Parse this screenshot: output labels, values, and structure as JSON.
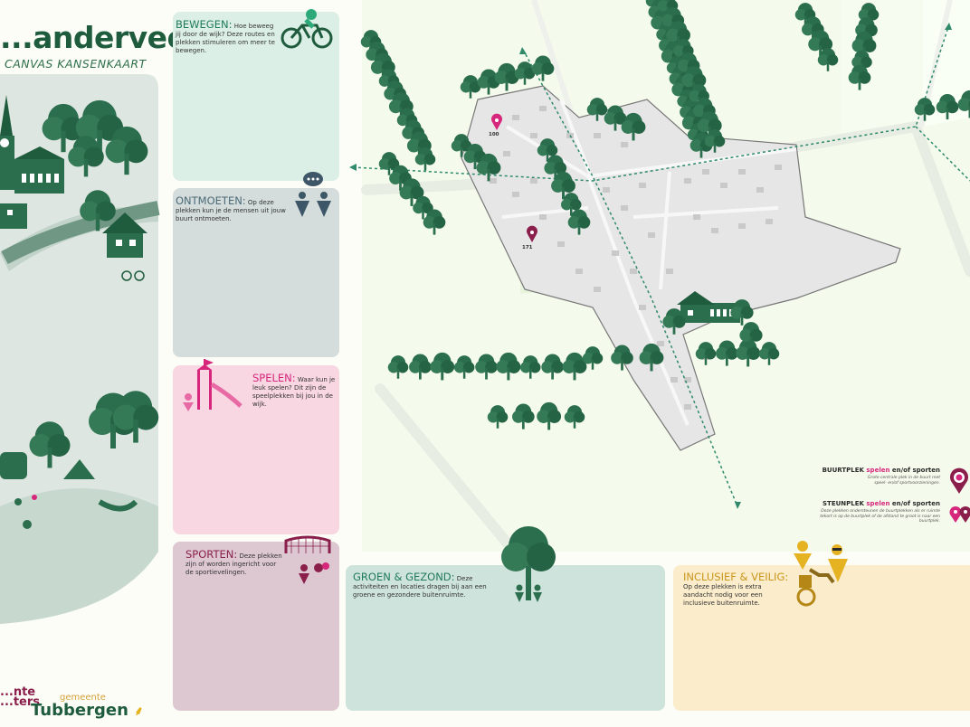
{
  "title": "...anderveen",
  "subtitle": "CANVAS KANSENKAART",
  "cards": {
    "bewegen": {
      "title": "BEWEGEN:",
      "text": "Hoe beweeg jij door de wijk? Deze routes en plekken stimuleren om meer te bewegen."
    },
    "ontmoeten": {
      "title": "ONTMOETEN:",
      "text": "Op deze plekken kun je de mensen uit jouw buurt ontmoeten."
    },
    "spelen": {
      "title": "SPELEN:",
      "text": "Waar kun je leuk spelen? Dit zijn de speelplekken bij jou in de wijk."
    },
    "sporten": {
      "title": "SPORTEN:",
      "text": "Deze plekken zijn of worden ingericht voor de sportievelingen."
    },
    "groen": {
      "title": "GROEN & GEZOND:",
      "text": "Deze activiteiten en locaties dragen bij aan een groene en gezondere buitenruimte."
    },
    "inclusief": {
      "title": "INCLUSIEF & VEILIG:",
      "text": "Op deze plekken is extra aandacht nodig voor een inclusieve buitenruimte."
    }
  },
  "markers": [
    {
      "label": "100"
    },
    {
      "label": "171"
    }
  ],
  "legend": {
    "buurtplek": {
      "prefix": "BUURTPLEK",
      "pink": "spelen",
      "suffix": "en/of sporten",
      "desc": "Grote centrale plek in de buurt met speel- en/of sportvoorzieningen."
    },
    "steunplek": {
      "prefix": "STEUNPLEK",
      "pink": "spelen",
      "suffix": "en/of sporten",
      "desc": "Deze plekken ondersteunen de buurtplekken als er ruimte tekort is op de buurtplek of de afstand te groot is naar een buurtplek."
    }
  },
  "logos": {
    "left": "...nte ...ters",
    "municipality_small": "gemeente",
    "municipality": "Tubbergen"
  },
  "colors": {
    "bewegen": "#dcefe6",
    "ontmoeten": "#d5dcdc",
    "spelen": "#f8d6e2",
    "sporten": "#ddc8d1",
    "groen": "#cfe3dd",
    "inclusief": "#fbeccb",
    "tree": "#2b6e4d",
    "pink": "#d6277c",
    "street": "#e3e3e3"
  },
  "icons": [
    "cyclist-icon",
    "chat-people-icon",
    "slide-icon",
    "sport-goal-icon",
    "tree-icon",
    "wheelchair-icon",
    "map-pin-icon"
  ]
}
